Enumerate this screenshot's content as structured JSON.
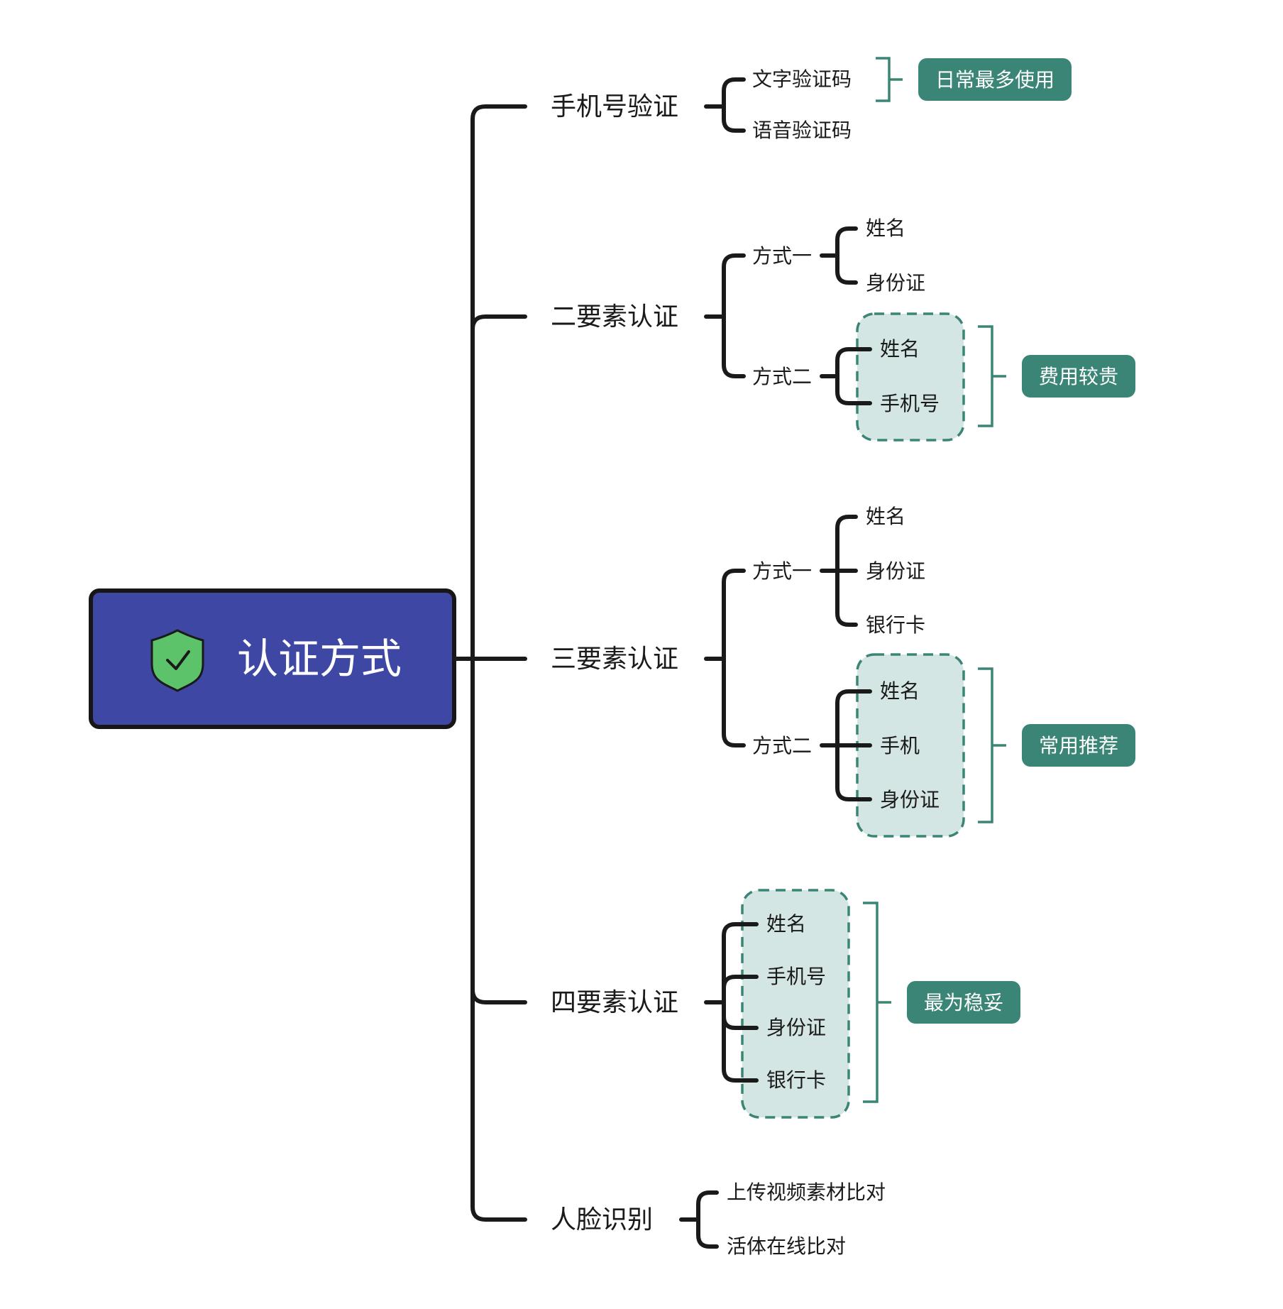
{
  "root": {
    "title": "认证方式"
  },
  "colors": {
    "root_bg": "#3e47a3",
    "accent": "#3b8577",
    "group_fill": "#d4e6e3",
    "line": "#1a1a1a",
    "shield": "#5cc36b"
  },
  "icons": {
    "root_icon": "shield-check-icon"
  },
  "branches": {
    "phone": {
      "label": "手机号验证",
      "items": [
        "文字验证码",
        "语音验证码"
      ],
      "tag": "日常最多使用"
    },
    "two": {
      "label": "二要素认证",
      "m1": {
        "label": "方式一",
        "items": [
          "姓名",
          "身份证"
        ]
      },
      "m2": {
        "label": "方式二",
        "items": [
          "姓名",
          "手机号"
        ]
      },
      "tag": "费用较贵"
    },
    "three": {
      "label": "三要素认证",
      "m1": {
        "label": "方式一",
        "items": [
          "姓名",
          "身份证",
          "银行卡"
        ]
      },
      "m2": {
        "label": "方式二",
        "items": [
          "姓名",
          "手机",
          "身份证"
        ]
      },
      "tag": "常用推荐"
    },
    "four": {
      "label": "四要素认证",
      "items": [
        "姓名",
        "手机号",
        "身份证",
        "银行卡"
      ],
      "tag": "最为稳妥"
    },
    "face": {
      "label": "人脸识别",
      "items": [
        "上传视频素材比对",
        "活体在线比对"
      ]
    }
  }
}
